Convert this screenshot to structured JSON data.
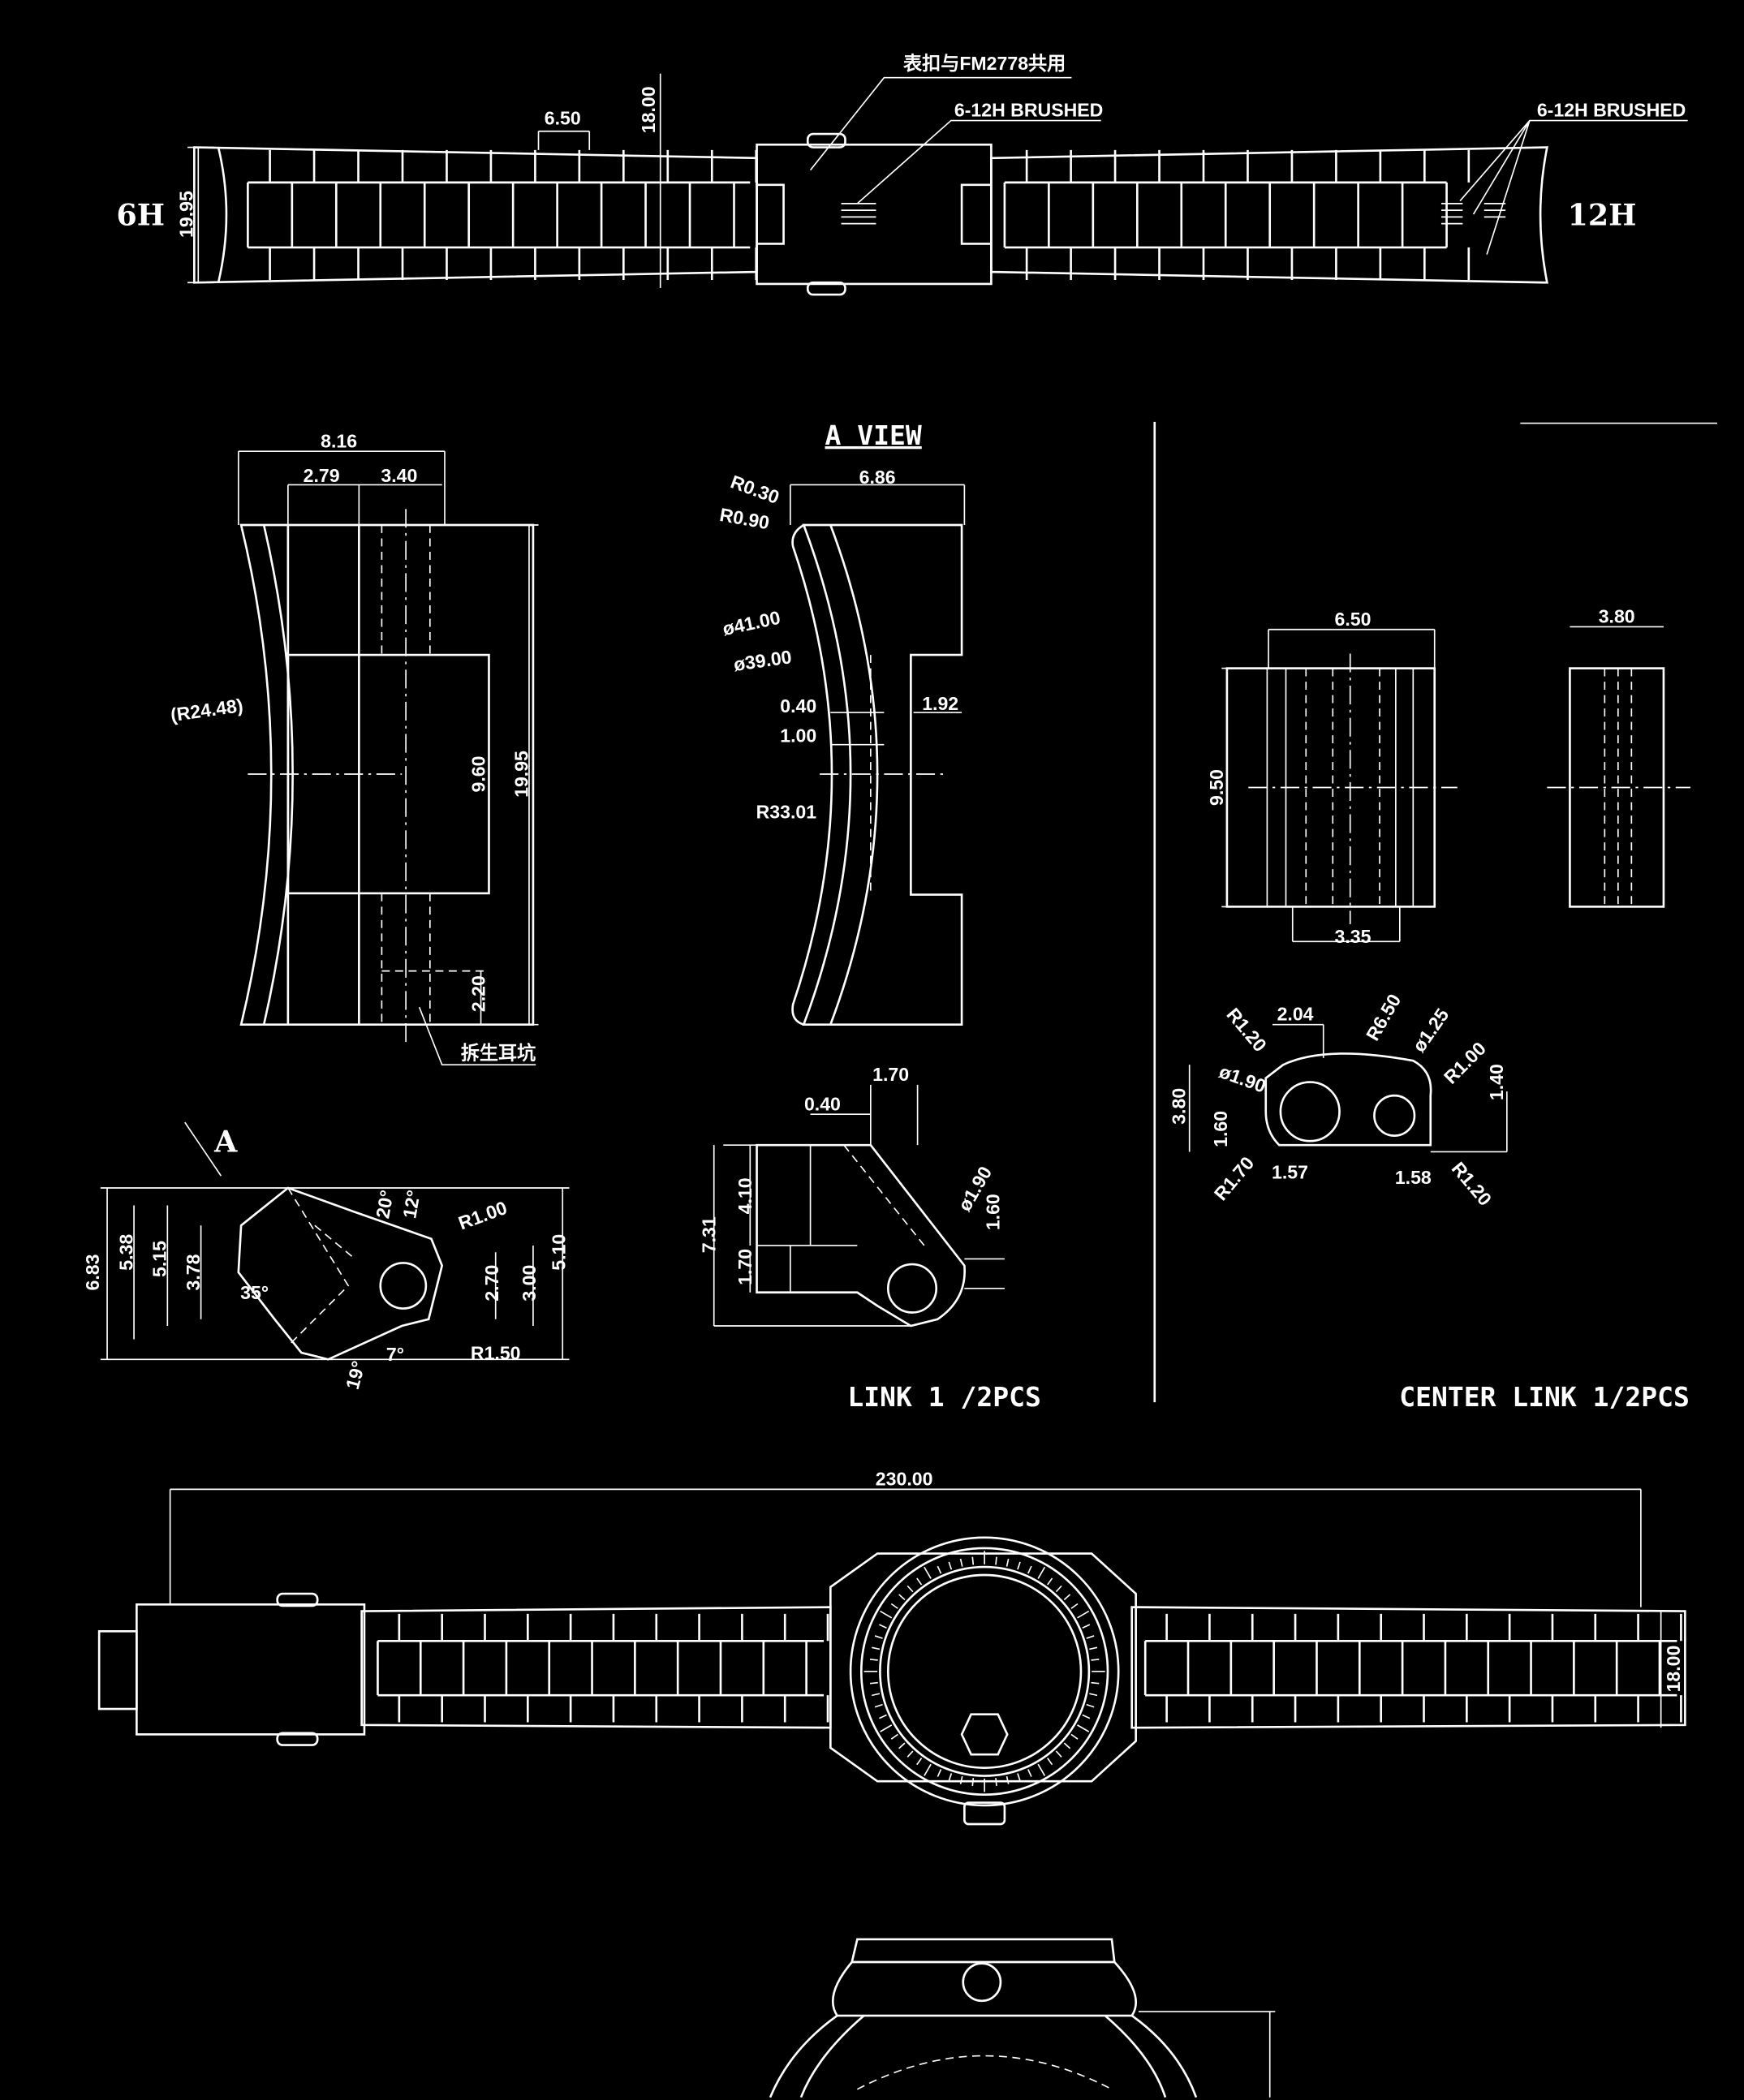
{
  "colors": {
    "background": "#000000",
    "lines": "#ffffff"
  },
  "top_bracelet": {
    "note_clasp": "表扣与FM2778共用",
    "note_brushed_clasp": "6-12H  BRUSHED",
    "note_brushed_end": "6-12H  BRUSHED",
    "label_6h": "6H",
    "label_12h": "12H",
    "dim_width": "19.95",
    "dim_link": "6.50",
    "dim_center": "18.00"
  },
  "link1_front": {
    "dim_total": "8.16",
    "dim_a": "2.79",
    "dim_b": "3.40",
    "dim_radius": "(R24.48)",
    "dim_inner": "9.60",
    "dim_height": "19.95",
    "dim_hole": "2.20",
    "note_springbar": "拆生耳坑"
  },
  "a_view": {
    "title": "A VIEW",
    "dim_width": "6.86",
    "r1": "R0.30",
    "r2": "R0.90",
    "d1": "ø41.00",
    "d2": "ø39.00",
    "dim_040": "0.40",
    "dim_192": "1.92",
    "dim_100": "1.00",
    "r3": "R33.01"
  },
  "link1_side": {
    "arrow_label": "A",
    "d683": "6.83",
    "d538": "5.38",
    "d515": "5.15",
    "d378": "3.78",
    "ang35": "35°",
    "ang20": "20°",
    "ang12": "12°",
    "r100": "R1.00",
    "d270": "2.70",
    "d300": "3.00",
    "d510": "5.10",
    "r150": "R1.50",
    "ang19": "19°",
    "ang7": "7°"
  },
  "link1_section": {
    "d040": "0.40",
    "d170a": "1.70",
    "d410": "4.10",
    "d731": "7.31",
    "d170b": "1.70",
    "dia": "ø1.90",
    "d160": "1.60",
    "caption": "LINK 1 /2PCS"
  },
  "center_link": {
    "d650": "6.50",
    "d380a": "3.80",
    "d950": "9.50",
    "d335": "3.35",
    "r120a": "R1.20",
    "d204": "2.04",
    "r650": "R6.50",
    "dia125": "ø1.25",
    "r100": "R1.00",
    "dia190": "ø1.90",
    "d380b": "3.80",
    "d140": "1.40",
    "d160": "1.60",
    "r170": "R1.70",
    "d157": "1.57",
    "d158": "1.58",
    "r120b": "R1.20",
    "caption": "CENTER LINK 1/2PCS"
  },
  "full_watch": {
    "dim_length": "230.00",
    "dim_width": "18.00"
  }
}
